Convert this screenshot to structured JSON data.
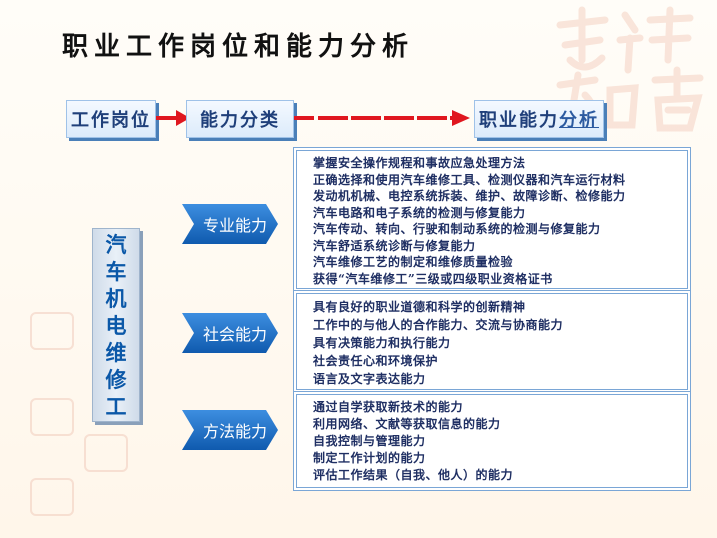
{
  "title": "职业工作岗位和能力分析",
  "header": {
    "job_label": "工作岗位",
    "category_label": "能力分类",
    "analysis_label_prefix": "职业能力",
    "analysis_label_suffix": "分析"
  },
  "job": {
    "chars": [
      "汽",
      "车",
      "机",
      "电",
      "维",
      "修",
      "工"
    ]
  },
  "categories": [
    {
      "label": "专业能力",
      "items": [
        "掌握安全操作规程和事故应急处理方法",
        "正确选择和使用汽车维修工具、检测仪器和汽车运行材料",
        "发动机机械、电控系统拆装、维护、故障诊断、检修能力",
        "汽车电路和电子系统的检测与修复能力",
        "汽车传动、转向、行驶和制动系统的检测与修复能力",
        "汽车舒适系统诊断与修复能力",
        "汽车维修工艺的制定和维修质量检验",
        "获得“汽车维修工”三级或四级职业资格证书"
      ]
    },
    {
      "label": "社会能力",
      "items": [
        "具有良好的职业道德和科学的创新精神",
        "工作中的与他人的合作能力、交流与协商能力",
        "具有决策能力和执行能力",
        "社会责任心和环境保护",
        "语言及文字表达能力"
      ]
    },
    {
      "label": "方法能力",
      "items": [
        "通过自学获取新技术的能力",
        "利用网络、文献等获取信息的能力",
        "自我控制与管理能力",
        "制定工作计划的能力",
        "评估工作结果（自我、他人）的能力"
      ]
    }
  ],
  "colors": {
    "arrow_red": "#e0171f",
    "category_blue": "#1c6fc4",
    "job_text_blue": "#0b58a8",
    "header_text": "#1f3f7a"
  }
}
